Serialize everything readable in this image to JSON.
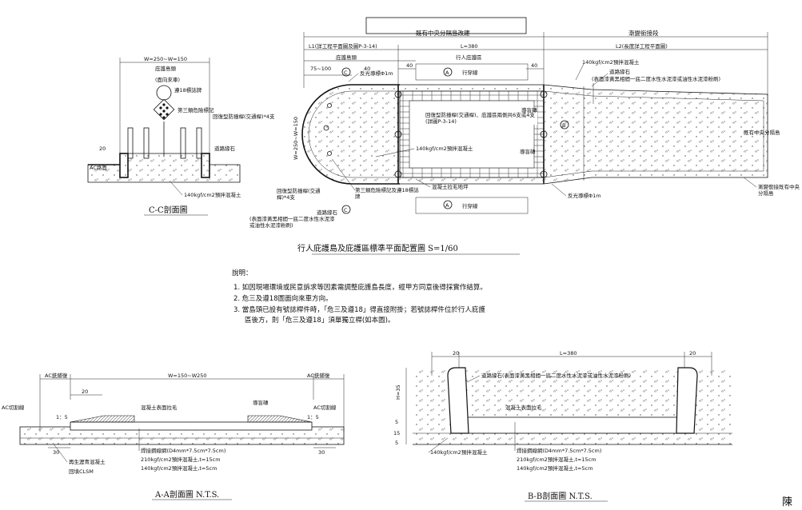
{
  "plan": {
    "title": "行人庇護島及庇護區標準平面配置圖 S=1/60",
    "dims": {
      "existing_median": "既有中央分隔島改建",
      "gradual_section": "漸變銜接段",
      "l1": "L1(詳工程平面圖及圖P-3-14)",
      "l": "L=380",
      "l2": "L2(長度詳工程平面圖)",
      "refuge_island": "庇護島頭",
      "refuge_area": "行人庇護區",
      "d75": "75~100",
      "d40a": "40",
      "d40b": "40",
      "d40c": "40",
      "w": "W=250~W=150"
    },
    "labels": {
      "reflector_top": "反光導標Φ1m",
      "concrete_140_top": "140kgf/cm2預拌混凝土",
      "curb_stone_right": "道路緣石",
      "curb_stone_right_note": "(表面漆黃黑相間一底二度水性水泥漆或油性水泥漆粉刷)",
      "bollard_note": "回復型防撞桿(交通桿)、庇護區兩側共6支或4支(詳圖P-3-14)",
      "guide_brick_a": "導盲磚",
      "concrete_140_mid": "140kgf/cm2預拌混凝土",
      "guide_brick_b": "導盲磚",
      "existing_median_right": "既有中央分隔島",
      "concrete_rough": "混凝土拉毛地坪",
      "reflector_bottom": "反光導標Φ1m",
      "gradual_connect": "漸變銜接既有中央分隔島",
      "bollard_left": "回復型防撞桿(交通桿)*4支",
      "sign_note": "第三類危險標記及遵18標誌牌",
      "curb_left": "道路緣石",
      "curb_left_note": "(表面漆黃黑相間一底二度水性水泥漆或油性水泥漆粉刷)",
      "crosswalk_top": "行穿線",
      "crosswalk_bottom": "行穿線"
    },
    "markers": {
      "a": "A",
      "b": "B",
      "c": "C"
    }
  },
  "cc": {
    "title": "C-C剖面圖",
    "w": "W=250~W=150",
    "island_head": "庇護島頭",
    "direction": "(面向來車)",
    "sign18": "遵18標誌牌",
    "danger_mark": "第三類危險標記",
    "bollard": "回復型防撞桿(交通桿)*4支",
    "curb": "道路緣石",
    "ac": "AC路面",
    "concrete": "140kgf/cm2預拌混凝土",
    "h20": "20"
  },
  "notes": {
    "heading": "說明：",
    "items": [
      "1. 如因現場環境或民意訴求等因素需調整庇護島長度，經甲方同意後得採實作結算。",
      "2. 危三及遵18圖面向來車方向。",
      "3. 當島頭已設有號誌桿件時，「危三及遵18」得直接附掛；若號誌桿件位於行人庇護",
      "區後方，則「危三及遵18」須單獨立桿(如本圖)。"
    ]
  },
  "aa": {
    "title": "A-A剖面圖 N.T.S.",
    "ac_left": "AC銑鋪復",
    "ac_right": "AC銑鋪復",
    "w": "W=150~W250",
    "d20": "20",
    "rough": "混凝土表面拉毛",
    "guide": "導盲磚",
    "ac_cut_left": "AC切割線",
    "ac_cut_right": "AC切割線",
    "slope1": "1：5",
    "slope2": "1：5",
    "d30a": "30",
    "d30b": "30",
    "mesh": "焊接鋼線網(D4mm*7.5cm*7.5cm)",
    "c210": "210kgf/cm2預拌混凝土,t=15cm",
    "c140": "140kgf/cm2預拌混凝土,t=5cm",
    "recycled": "再生瀝青混凝土",
    "clsm": "回填CLSM"
  },
  "bb": {
    "title": "B-B剖面圖 N.T.S.",
    "d20a": "20",
    "l": "L=380",
    "d20b": "20",
    "curb": "道路緣石(表面漆黃黑相間一底二度水性水泥漆或油性水泥漆粉刷)",
    "rough": "混凝土表面拉毛",
    "h": "H=35",
    "d5": "5",
    "d15": "15",
    "d5b": "5",
    "c140_left": "140kgf/cm2預拌混凝土",
    "mesh": "焊接鋼線網(D4mm*7.5cm*7.5cm)",
    "c210": "210kgf/cm2預拌混凝土,t=15cm",
    "c140": "140kgf/cm2預拌混凝土,t=5cm"
  },
  "signature": "陳"
}
